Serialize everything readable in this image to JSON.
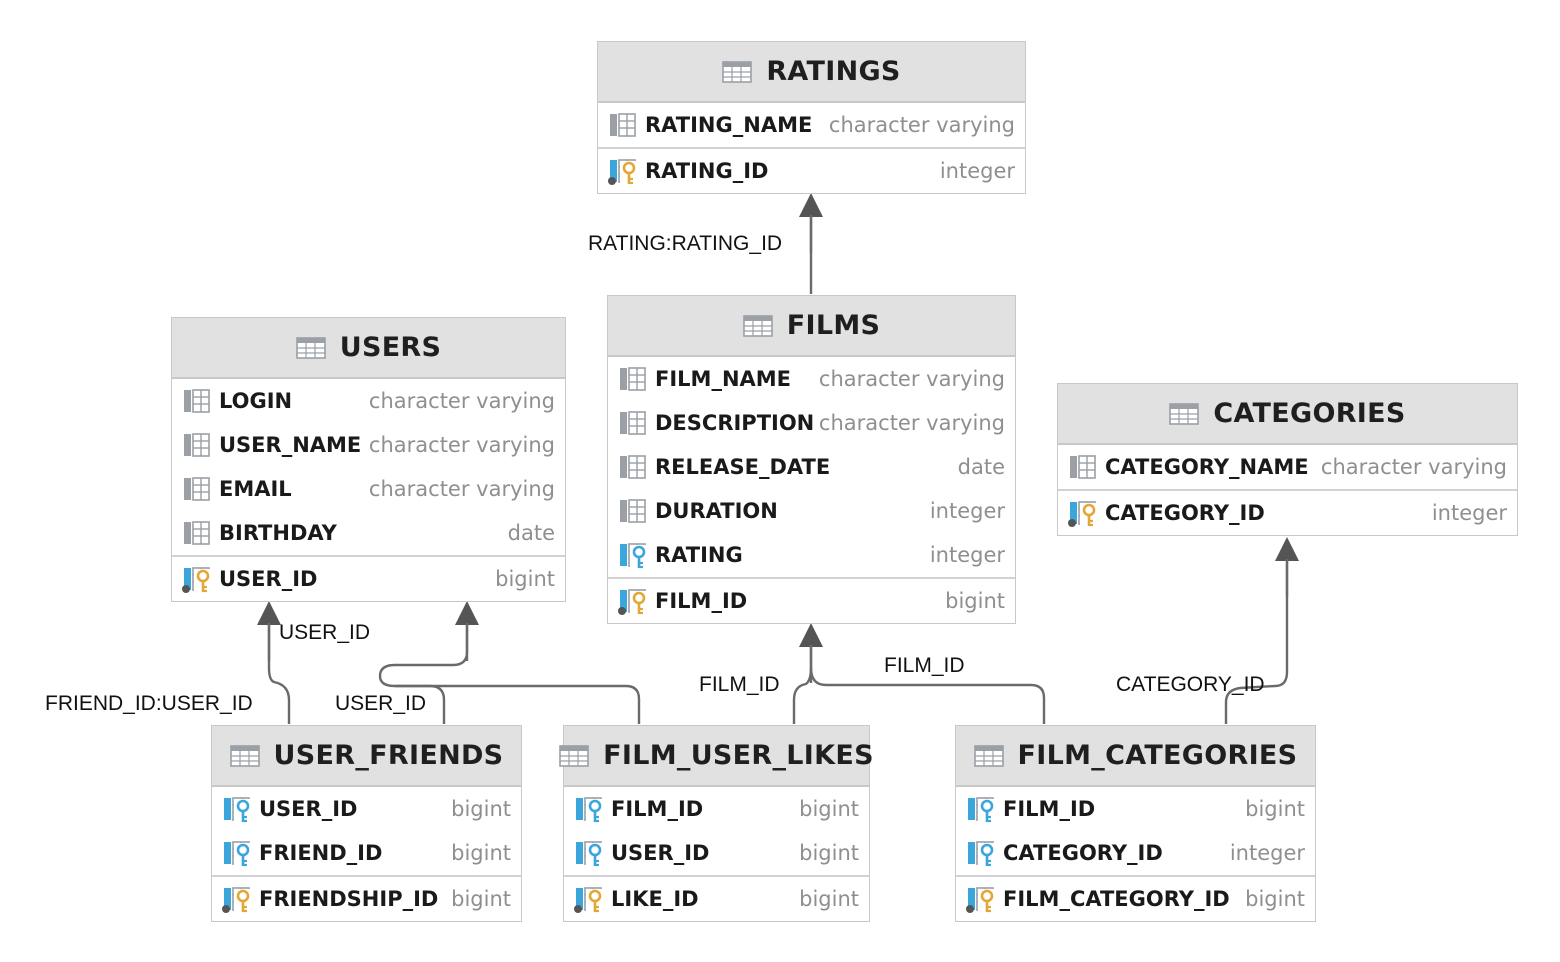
{
  "tables": [
    {
      "id": "ratings",
      "name": "RATINGS",
      "columns": [
        {
          "name": "RATING_NAME",
          "type": "character varying",
          "kind": "col"
        }
      ],
      "keys": [
        {
          "name": "RATING_ID",
          "type": "integer",
          "kind": "pk"
        }
      ]
    },
    {
      "id": "films",
      "name": "FILMS",
      "columns": [
        {
          "name": "FILM_NAME",
          "type": "character varying",
          "kind": "col"
        },
        {
          "name": "DESCRIPTION",
          "type": "character varying",
          "kind": "col"
        },
        {
          "name": "RELEASE_DATE",
          "type": "date",
          "kind": "col"
        },
        {
          "name": "DURATION",
          "type": "integer",
          "kind": "col"
        },
        {
          "name": "RATING",
          "type": "integer",
          "kind": "fk"
        }
      ],
      "keys": [
        {
          "name": "FILM_ID",
          "type": "bigint",
          "kind": "pk"
        }
      ]
    },
    {
      "id": "users",
      "name": "USERS",
      "columns": [
        {
          "name": "LOGIN",
          "type": "character varying",
          "kind": "col"
        },
        {
          "name": "USER_NAME",
          "type": "character varying",
          "kind": "col"
        },
        {
          "name": "EMAIL",
          "type": "character varying",
          "kind": "col"
        },
        {
          "name": "BIRTHDAY",
          "type": "date",
          "kind": "col"
        }
      ],
      "keys": [
        {
          "name": "USER_ID",
          "type": "bigint",
          "kind": "pk"
        }
      ]
    },
    {
      "id": "categories",
      "name": "CATEGORIES",
      "columns": [
        {
          "name": "CATEGORY_NAME",
          "type": "character varying",
          "kind": "col"
        }
      ],
      "keys": [
        {
          "name": "CATEGORY_ID",
          "type": "integer",
          "kind": "pk"
        }
      ]
    },
    {
      "id": "user_friends",
      "name": "USER_FRIENDS",
      "columns": [
        {
          "name": "USER_ID",
          "type": "bigint",
          "kind": "fk"
        },
        {
          "name": "FRIEND_ID",
          "type": "bigint",
          "kind": "fk"
        }
      ],
      "keys": [
        {
          "name": "FRIENDSHIP_ID",
          "type": "bigint",
          "kind": "pk"
        }
      ]
    },
    {
      "id": "film_user_likes",
      "name": "FILM_USER_LIKES",
      "columns": [
        {
          "name": "FILM_ID",
          "type": "bigint",
          "kind": "fk"
        },
        {
          "name": "USER_ID",
          "type": "bigint",
          "kind": "fk"
        }
      ],
      "keys": [
        {
          "name": "LIKE_ID",
          "type": "bigint",
          "kind": "pk"
        }
      ]
    },
    {
      "id": "film_categories",
      "name": "FILM_CATEGORIES",
      "columns": [
        {
          "name": "FILM_ID",
          "type": "bigint",
          "kind": "fk"
        },
        {
          "name": "CATEGORY_ID",
          "type": "integer",
          "kind": "fk"
        }
      ],
      "keys": [
        {
          "name": "FILM_CATEGORY_ID",
          "type": "bigint",
          "kind": "pk"
        }
      ]
    }
  ],
  "relations": [
    {
      "id": "films_rating",
      "label": "RATING:RATING_ID"
    },
    {
      "id": "uf_friend",
      "label": "FRIEND_ID:USER_ID"
    },
    {
      "id": "uf_user",
      "label": "USER_ID"
    },
    {
      "id": "ful_user",
      "label": "USER_ID"
    },
    {
      "id": "ful_film",
      "label": "FILM_ID"
    },
    {
      "id": "fc_film",
      "label": "FILM_ID"
    },
    {
      "id": "fc_category",
      "label": "CATEGORY_ID"
    }
  ],
  "colors": {
    "header_bg": "#e1e1e1",
    "border": "#c8c8c8",
    "type_text": "#8f8f8f",
    "line": "#6a6a6a",
    "arrow": "#555555",
    "key_gold": "#e3a833",
    "key_blue": "#3aa6dc",
    "icon_gray": "#9aa0a6"
  }
}
